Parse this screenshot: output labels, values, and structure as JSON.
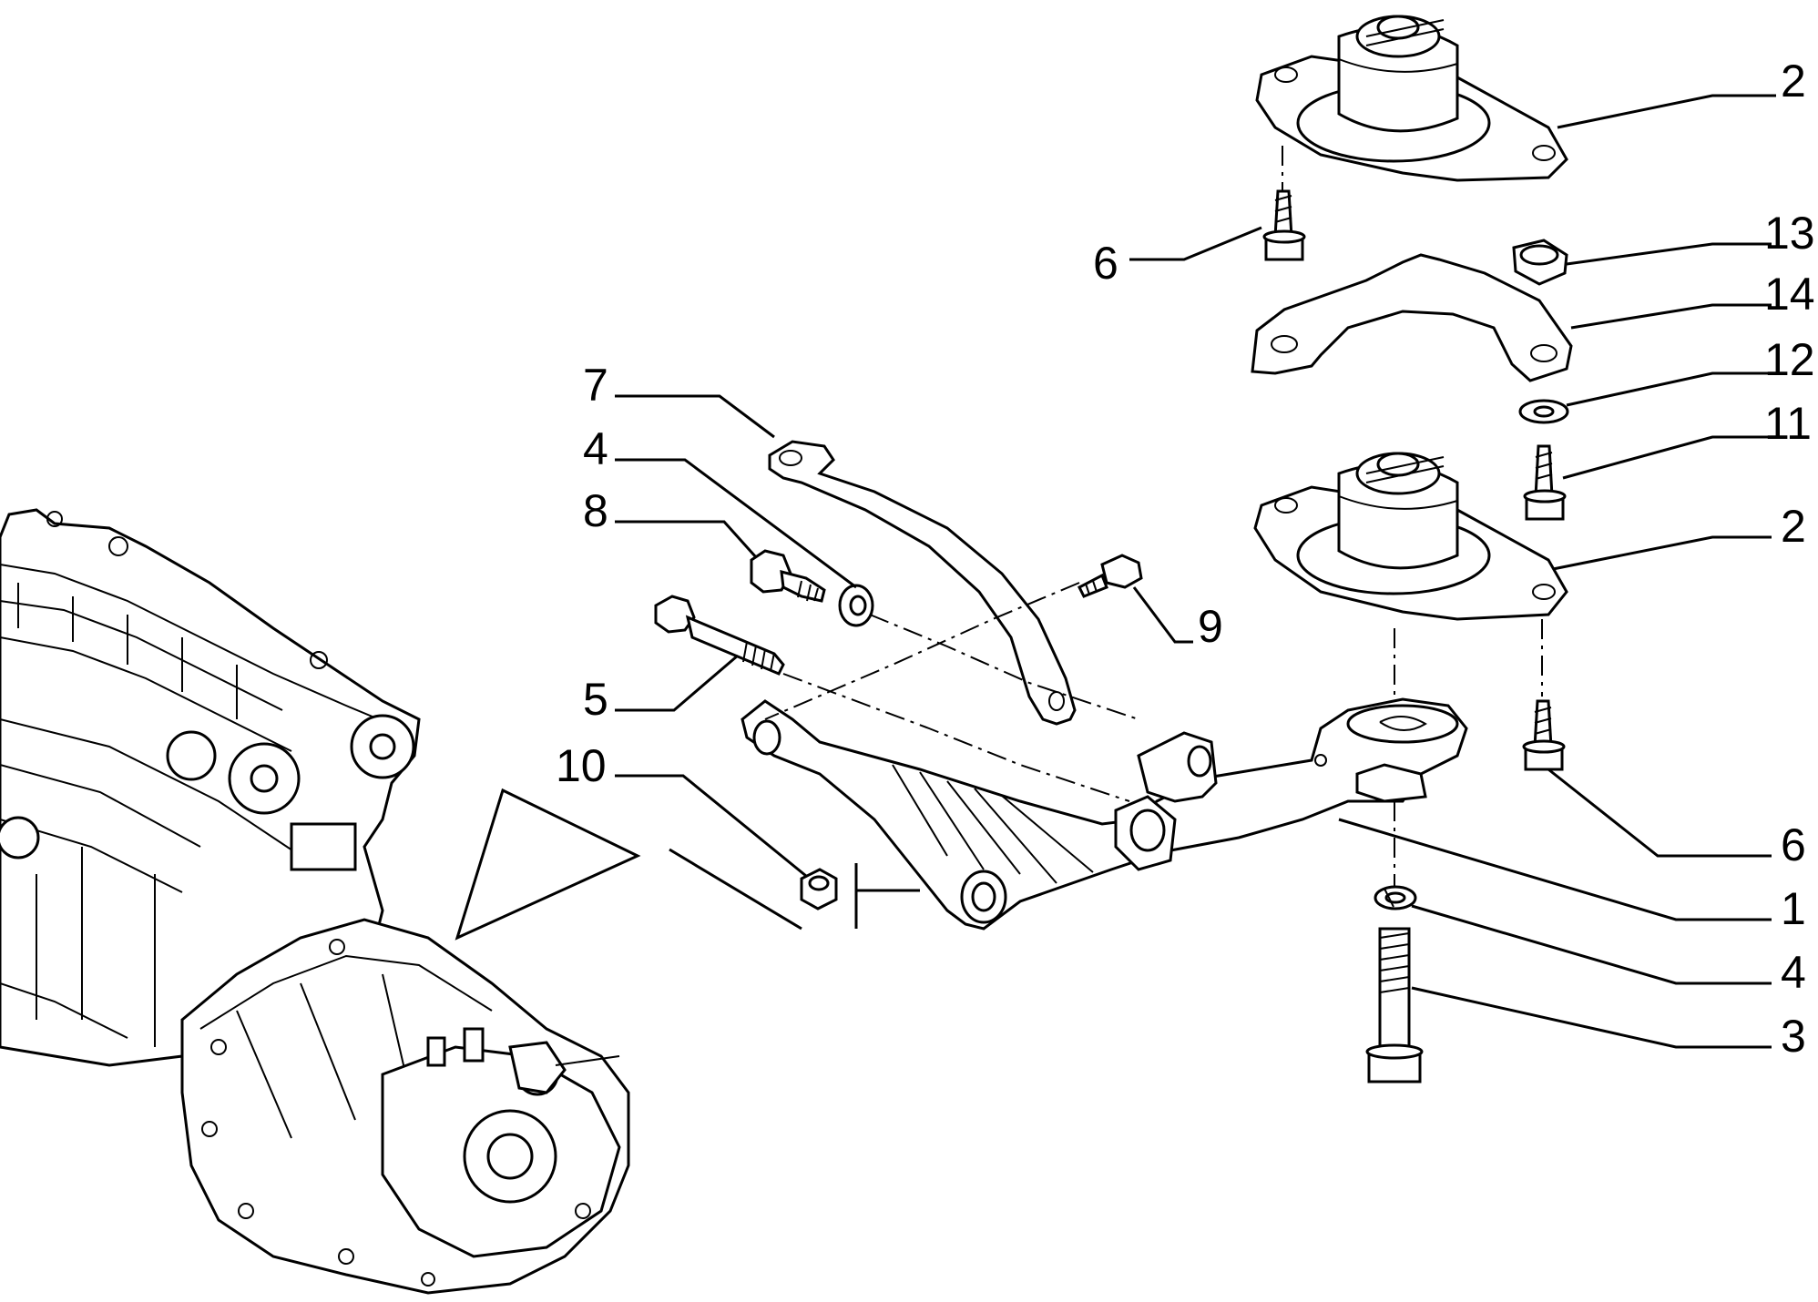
{
  "callouts": [
    {
      "id": "c2a",
      "text": "2"
    },
    {
      "id": "c6a",
      "text": "6"
    },
    {
      "id": "c13",
      "text": "13"
    },
    {
      "id": "c14",
      "text": "14"
    },
    {
      "id": "c12",
      "text": "12"
    },
    {
      "id": "c11",
      "text": "11"
    },
    {
      "id": "c2b",
      "text": "2"
    },
    {
      "id": "c7",
      "text": "7"
    },
    {
      "id": "c4a",
      "text": "4"
    },
    {
      "id": "c8",
      "text": "8"
    },
    {
      "id": "c9",
      "text": "9"
    },
    {
      "id": "c5",
      "text": "5"
    },
    {
      "id": "c10",
      "text": "10"
    },
    {
      "id": "c6b",
      "text": "6"
    },
    {
      "id": "c1",
      "text": "1"
    },
    {
      "id": "c4b",
      "text": "4"
    },
    {
      "id": "c3",
      "text": "3"
    }
  ]
}
